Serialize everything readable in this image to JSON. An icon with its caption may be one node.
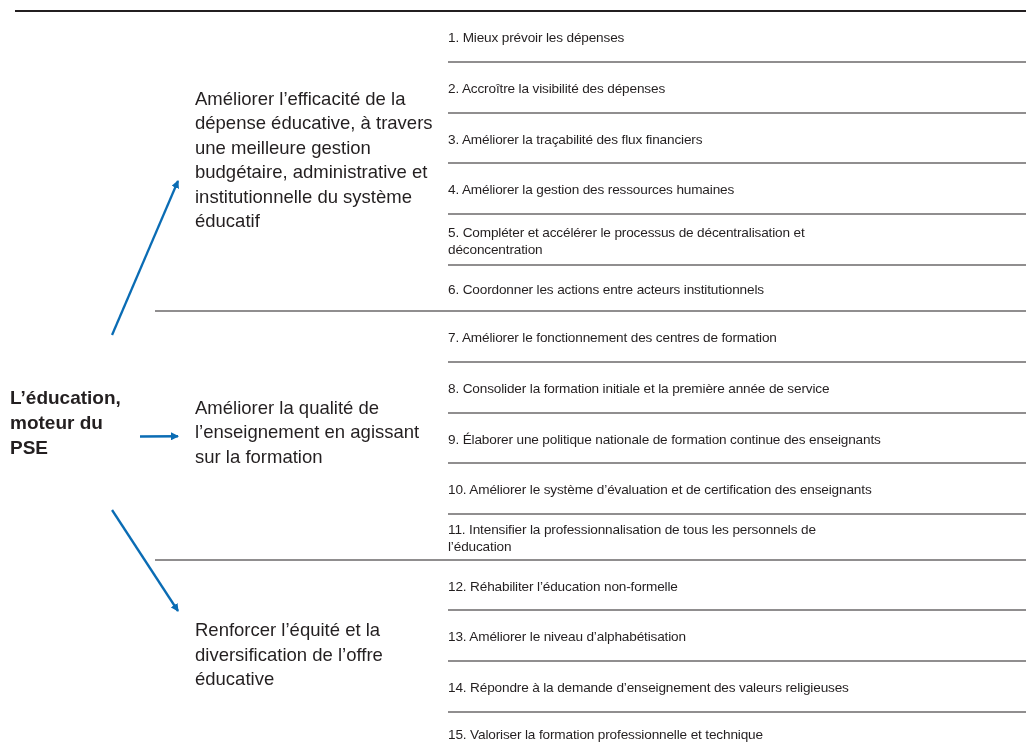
{
  "diagram": {
    "nodes": [
      {
        "text": [
          "L’éducation, moteur du PSE"
        ]
      },
      {
        "text": [
          "Améliorer l’efficacité de la dépense éducative, à travers une meilleure gestion budgétaire, administrative et institutionnelle du système  éducatif"
        ]
      },
      {
        "text": [
          "Améliorer la qualité de l’enseignement en agissant sur la formation"
        ]
      },
      {
        "text": [
          "Renforcer l’équité et la diversification de l’offre éducative"
        ]
      }
    ],
    "edges": [
      {
        "from": 0,
        "to": 1,
        "arrow": "to"
      },
      {
        "from": 0,
        "to": 2,
        "arrow": "to"
      },
      {
        "from": 0,
        "to": 3,
        "arrow": "to"
      }
    ],
    "labels": [
      "1. Mieux prévoir les dépenses",
      "2. Accroître la visibilité des dépenses",
      "3. Améliorer la traçabilité des flux financiers",
      "4. Améliorer la gestion des ressources humaines",
      "5. Compléter et accélérer le processus de décentralisation et déconcentration",
      "6. Coordonner les actions entre acteurs institutionnels",
      "7. Améliorer le fonctionnement des centres de formation",
      "8. Consolider la formation initiale et la première année de service",
      "9. Élaborer une politique nationale de formation continue des enseignants",
      "10. Améliorer le système d’évaluation et de certification des enseignants",
      "11. Intensifier la professionnalisation de tous les personnels de l’éducation",
      "12. Réhabiliter l’éducation non-formelle",
      "13. Améliorer le niveau d’alphabétisation",
      "14. Répondre à la demande d’enseignement des valeurs religieuses",
      "15. Valoriser la formation professionnelle et technique"
    ]
  }
}
